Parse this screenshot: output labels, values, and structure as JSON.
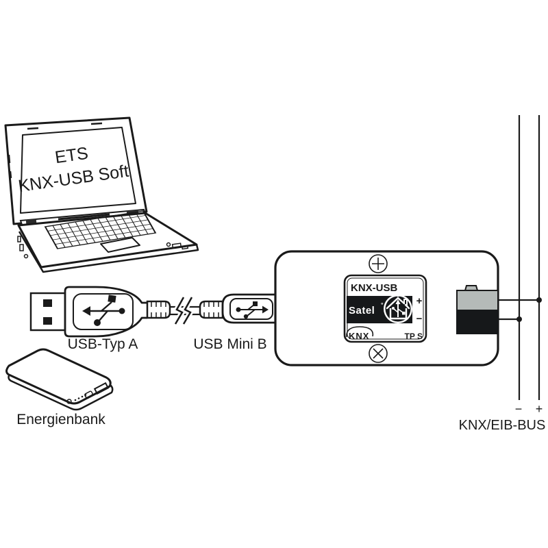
{
  "diagram": {
    "laptop": {
      "screen_line1": "ETS",
      "screen_line2": "KNX-USB Soft"
    },
    "usb_a": {
      "label": "USB-Typ A"
    },
    "usb_mini_b": {
      "label": "USB Mini B"
    },
    "powerbank": {
      "label": "Energienbank"
    },
    "device": {
      "title": "KNX-USB",
      "brand": "Satel",
      "brand_mark": "°",
      "plus": "+",
      "minus": "−",
      "knx_logo": "KNX",
      "tp_label": "TP S"
    },
    "bus": {
      "label": "KNX/EIB-BUS",
      "minus": "−",
      "plus": "+"
    },
    "colors": {
      "line": "#1a1a1a",
      "terminal_gray": "#b5bab8",
      "terminal_black": "#16181a"
    }
  }
}
